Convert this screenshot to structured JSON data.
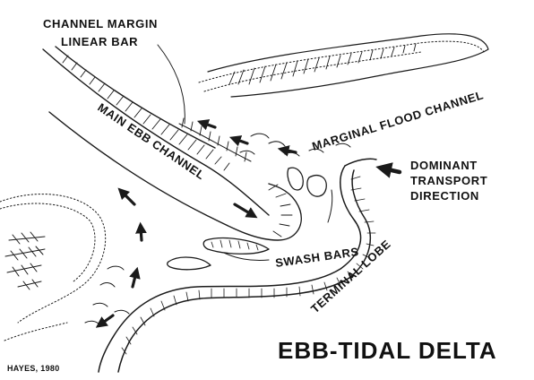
{
  "labels": {
    "channel_margin_line1": "CHANNEL MARGIN",
    "channel_margin_line2": "LINEAR BAR",
    "marginal_flood_channel": "MARGINAL FLOOD CHANNEL",
    "main_ebb_channel": "MAIN EBB CHANNEL",
    "dominant_line1": "DOMINANT",
    "dominant_line2": "TRANSPORT",
    "dominant_line3": "DIRECTION",
    "swash_bars": "SWASH BARS",
    "terminal_lobe": "TERMINAL LOBE",
    "title": "EBB-TIDAL DELTA",
    "credit": "HAYES, 1980"
  }
}
